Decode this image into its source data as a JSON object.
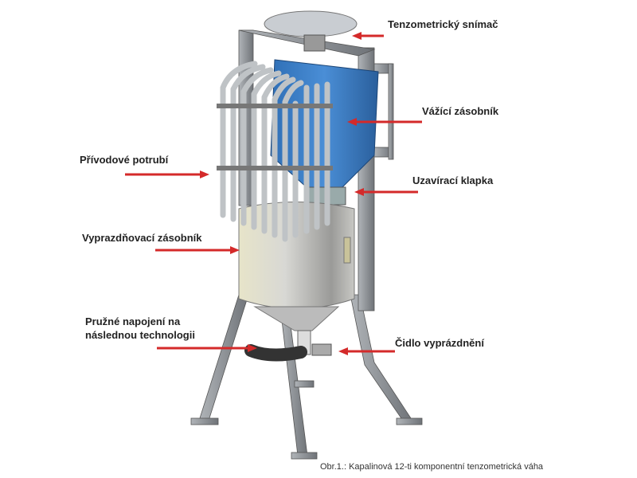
{
  "labels": {
    "load_cell": "Tenzometrický snímač",
    "weighing_hopper": "Vážící zásobník",
    "supply_piping": "Přívodové potrubí",
    "shutoff_flap": "Uzavírací klapka",
    "discharge_hopper": "Vyprazdňovací zásobník",
    "flexible_connection_line1": "Pružné napojení na",
    "flexible_connection_line2": "následnou technologii",
    "empty_sensor": "Čidlo vyprázdnění"
  },
  "caption": "Obr.1.: Kapalinová 12-ti komponentní tenzometrická váha",
  "colors": {
    "arrow": "#d42a2a",
    "tank": "#3f7fc4",
    "frame": "#8c9196",
    "steel": "#c9c9c6"
  }
}
